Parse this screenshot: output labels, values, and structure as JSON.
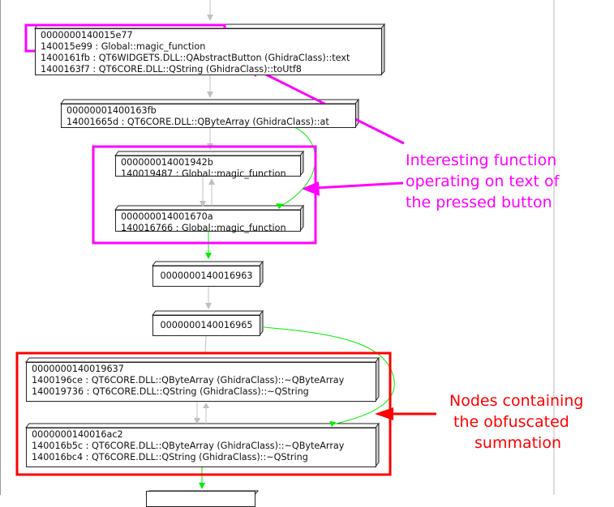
{
  "graph": {
    "nodes": [
      {
        "id": "n1",
        "address": "0000000140015e77",
        "calls": [
          "140015e99 : Global::magic_function",
          "1400161fb : QT6WIDGETS.DLL::QAbstractButton (GhidraClass)::text",
          "1400163f7 : QT6CORE.DLL::QString (GhidraClass)::toUtf8"
        ]
      },
      {
        "id": "n2",
        "address": "00000001400163fb",
        "calls": [
          "14001665d : QT6CORE.DLL::QByteArray (GhidraClass)::at"
        ]
      },
      {
        "id": "n3",
        "address": "000000014001942b",
        "calls": [
          "140019487 : Global::magic_function"
        ]
      },
      {
        "id": "n4",
        "address": "000000014001670a",
        "calls": [
          "140016766 : Global::magic_function"
        ]
      },
      {
        "id": "n5",
        "address": "0000000140016963",
        "calls": []
      },
      {
        "id": "n6",
        "address": "0000000140016965",
        "calls": []
      },
      {
        "id": "n7",
        "address": "0000000140019637",
        "calls": [
          "1400196ce : QT6CORE.DLL::QByteArray (GhidraClass)::~QByteArray",
          "140019736 : QT6CORE.DLL::QString (GhidraClass)::~QString"
        ]
      },
      {
        "id": "n8",
        "address": "0000000140016ac2",
        "calls": [
          "140016b5c : QT6CORE.DLL::QByteArray (GhidraClass)::~QByteArray",
          "140016bc4 : QT6CORE.DLL::QString (GhidraClass)::~QString"
        ]
      }
    ],
    "edge_colors": {
      "fallthrough": "#c0c0c0",
      "conditional": "#00ee00"
    }
  },
  "annotations": {
    "magenta": {
      "color": "#ff00ff",
      "lines": [
        "Interesting function",
        "operating on text of",
        "the pressed button"
      ]
    },
    "red": {
      "color": "#ff0000",
      "lines": [
        "Nodes containing",
        "the obfuscated",
        "summation"
      ]
    }
  }
}
